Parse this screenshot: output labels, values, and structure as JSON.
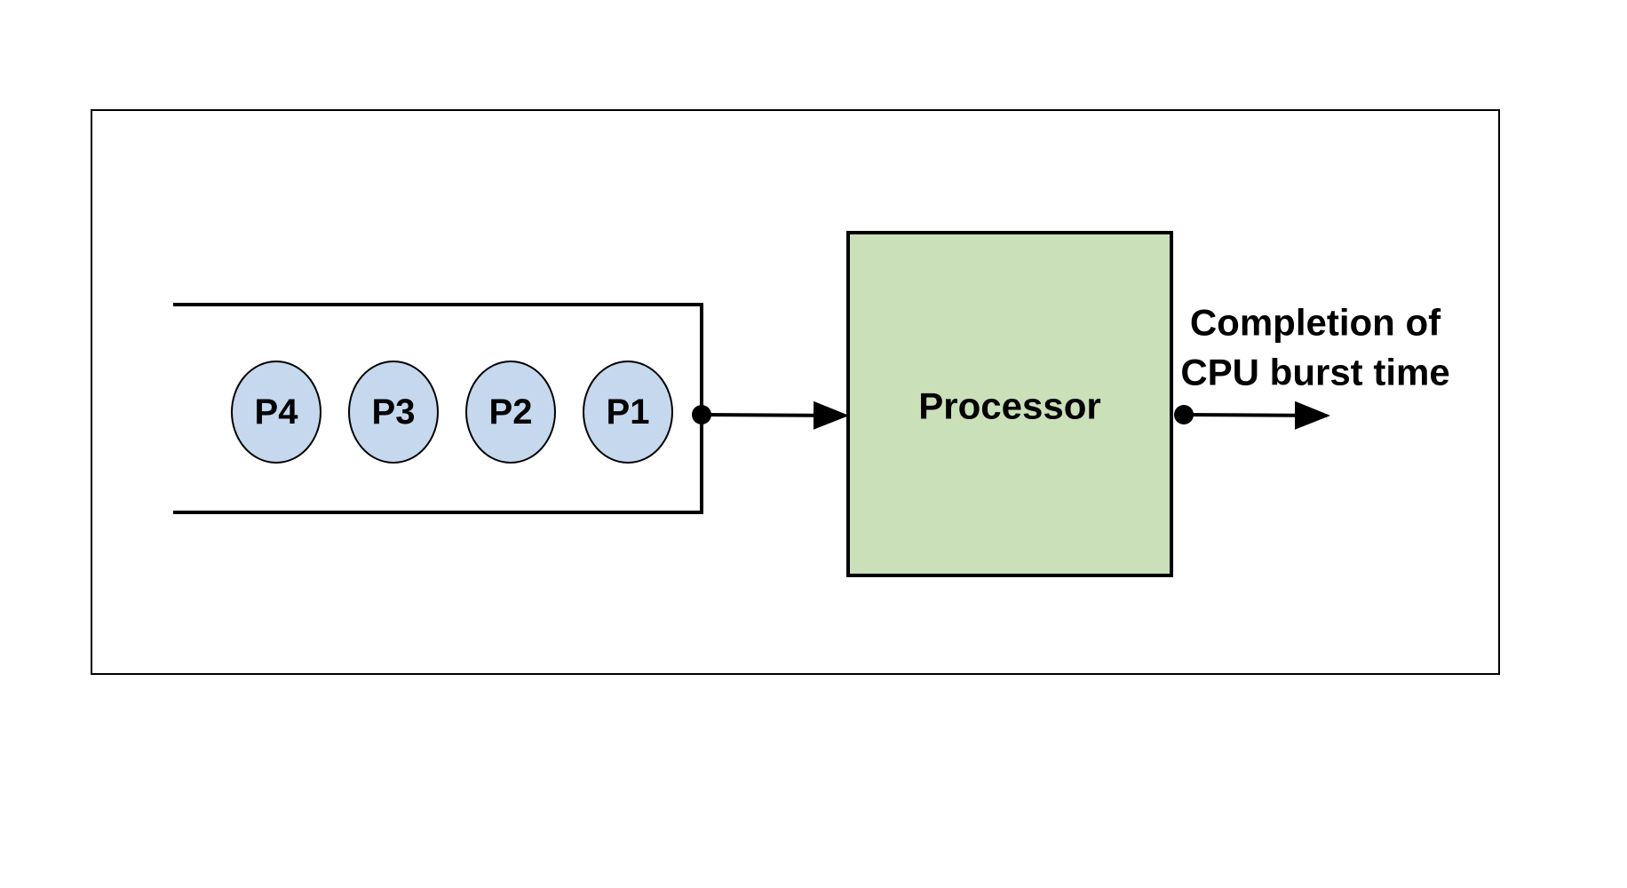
{
  "processes": [
    {
      "id": "P4",
      "label": "P4"
    },
    {
      "id": "P3",
      "label": "P3"
    },
    {
      "id": "P2",
      "label": "P2"
    },
    {
      "id": "P1",
      "label": "P1"
    }
  ],
  "processor": {
    "label": "Processor"
  },
  "output": {
    "line1": "Completion of",
    "line2": "CPU burst time"
  },
  "colors": {
    "process_fill": "#c5d8ee",
    "processor_fill": "#cae0b9",
    "stroke": "#000000",
    "background": "#ffffff"
  }
}
